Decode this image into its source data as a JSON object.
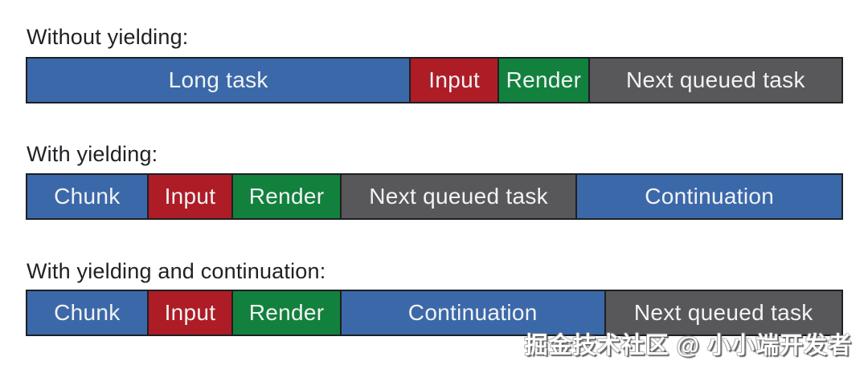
{
  "page": {
    "background": "#ffffff"
  },
  "colors": {
    "blue": "#3b68a9",
    "red": "#ae1c26",
    "green": "#12813d",
    "gray": "#58585a",
    "bar_border": "#1d1f22",
    "label_text": "#202124",
    "bar_text": "#f1f3f4",
    "watermark_text": "#ffffff"
  },
  "diagram": {
    "rows": [
      {
        "label": "Without yielding:",
        "segments": [
          {
            "label": "Long task",
            "color": "blue",
            "width_pct": 47.2
          },
          {
            "label": "Input",
            "color": "red",
            "width_pct": 10.7
          },
          {
            "label": "Render",
            "color": "green",
            "width_pct": 11.0
          },
          {
            "label": "Next queued task",
            "color": "gray",
            "width_pct": 31.1
          }
        ]
      },
      {
        "label": "With yielding:",
        "segments": [
          {
            "label": "Chunk",
            "color": "blue",
            "width_pct": 14.8
          },
          {
            "label": "Input",
            "color": "red",
            "width_pct": 10.3
          },
          {
            "label": "Render",
            "color": "green",
            "width_pct": 13.2
          },
          {
            "label": "Next queued task",
            "color": "gray",
            "width_pct": 29.0
          },
          {
            "label": "Continuation",
            "color": "blue",
            "width_pct": 32.7
          }
        ]
      },
      {
        "label": "With yielding and continuation:",
        "segments": [
          {
            "label": "Chunk",
            "color": "blue",
            "width_pct": 14.8
          },
          {
            "label": "Input",
            "color": "red",
            "width_pct": 10.3
          },
          {
            "label": "Render",
            "color": "green",
            "width_pct": 13.2
          },
          {
            "label": "Continuation",
            "color": "blue",
            "width_pct": 32.5
          },
          {
            "label": "Next queued task",
            "color": "gray",
            "width_pct": 29.2
          }
        ]
      }
    ]
  },
  "watermark": {
    "text": "掘金技术社区 @ 小小端开发者"
  }
}
